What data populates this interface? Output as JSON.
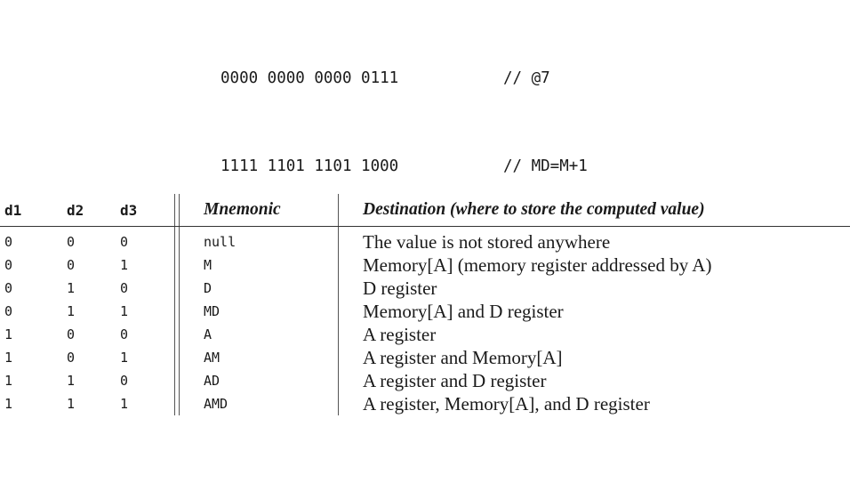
{
  "code": {
    "lines": [
      {
        "bits": "0000 0000 0000 0111",
        "comment": "// @7"
      },
      {
        "bits": "1111 1101 1101 1000",
        "comment": "// MD=M+1"
      }
    ]
  },
  "table": {
    "headers": {
      "d1": "d1",
      "d2": "d2",
      "d3": "d3",
      "mnemonic": "Mnemonic",
      "destination": "Destination (where to store the computed value)"
    },
    "rows": [
      {
        "d1": "0",
        "d2": "0",
        "d3": "0",
        "mnemonic": "null",
        "destination": "The value is not stored anywhere"
      },
      {
        "d1": "0",
        "d2": "0",
        "d3": "1",
        "mnemonic": "M",
        "destination": "Memory[A] (memory register addressed by A)"
      },
      {
        "d1": "0",
        "d2": "1",
        "d3": "0",
        "mnemonic": "D",
        "destination": "D register"
      },
      {
        "d1": "0",
        "d2": "1",
        "d3": "1",
        "mnemonic": "MD",
        "destination": "Memory[A] and D register"
      },
      {
        "d1": "1",
        "d2": "0",
        "d3": "0",
        "mnemonic": "A",
        "destination": "A register"
      },
      {
        "d1": "1",
        "d2": "0",
        "d3": "1",
        "mnemonic": "AM",
        "destination": "A register and Memory[A]"
      },
      {
        "d1": "1",
        "d2": "1",
        "d3": "0",
        "mnemonic": "AD",
        "destination": "A register and D register"
      },
      {
        "d1": "1",
        "d2": "1",
        "d3": "1",
        "mnemonic": "AMD",
        "destination": "A register, Memory[A], and D register"
      }
    ]
  }
}
